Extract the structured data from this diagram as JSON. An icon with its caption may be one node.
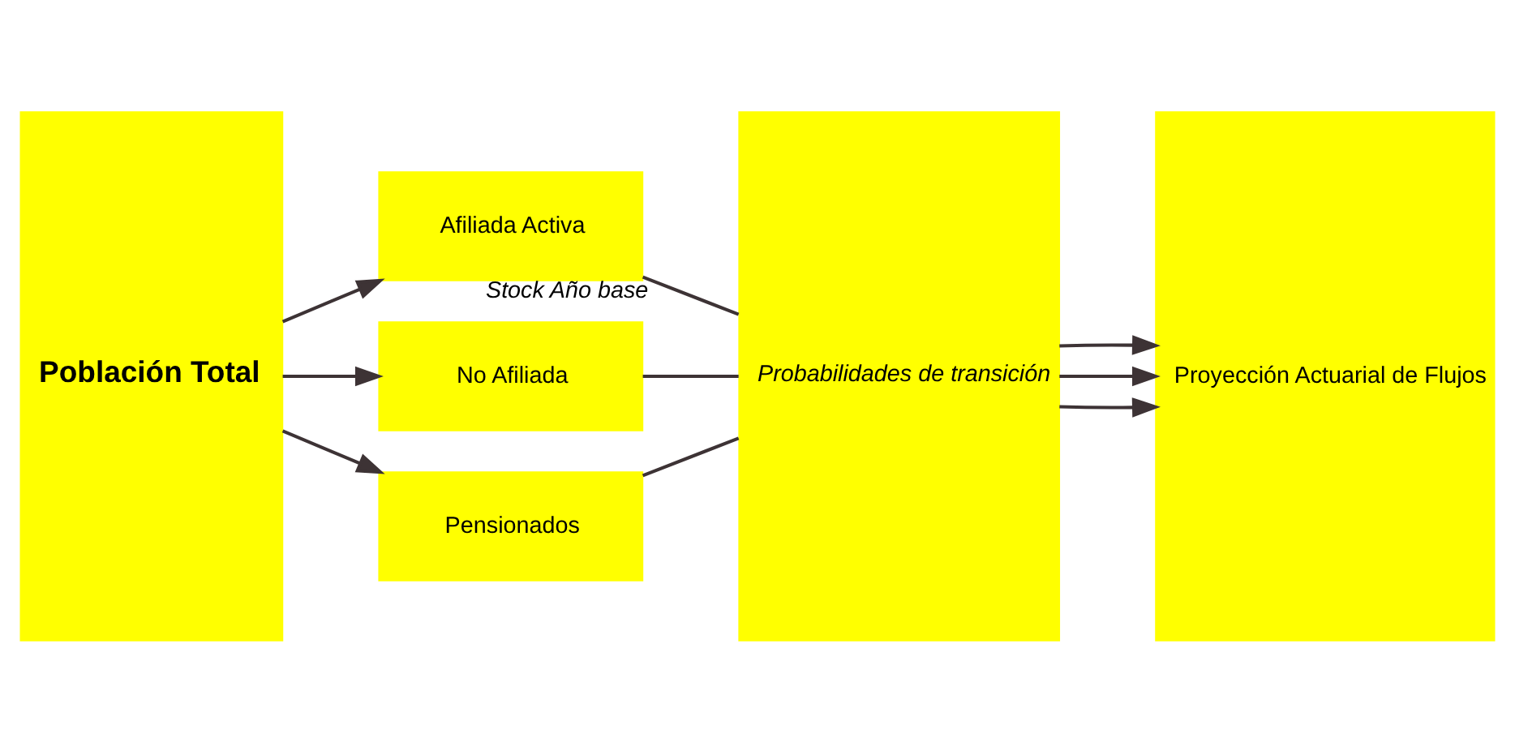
{
  "diagram": {
    "nodes": [
      {
        "text": [
          "Población Total"
        ]
      },
      {
        "text": [
          "Afiliada Activa"
        ],
        "beside": [
          "Stock Año base"
        ]
      },
      {
        "text": [
          "No Afiliada"
        ]
      },
      {
        "text": [
          "Pensionados"
        ]
      },
      {
        "text": [
          "Probabilidades de transición"
        ]
      },
      {
        "text": [
          "Proyección Actuarial de Flujos"
        ]
      }
    ],
    "edges": [
      {
        "from": 0,
        "to": 1,
        "arrow": "to"
      },
      {
        "from": 0,
        "to": 2,
        "arrow": "to"
      },
      {
        "from": 0,
        "to": 3,
        "arrow": "to"
      },
      {
        "from": 1,
        "to": 4,
        "arrow": "none"
      },
      {
        "from": 2,
        "to": 4,
        "arrow": "none"
      },
      {
        "from": 3,
        "to": 4,
        "arrow": "none"
      },
      {
        "from": 4,
        "to": 5,
        "arrow": "to"
      },
      {
        "from": 4,
        "to": 5,
        "arrow": "to"
      },
      {
        "from": 4,
        "to": 5,
        "arrow": "to"
      }
    ]
  }
}
